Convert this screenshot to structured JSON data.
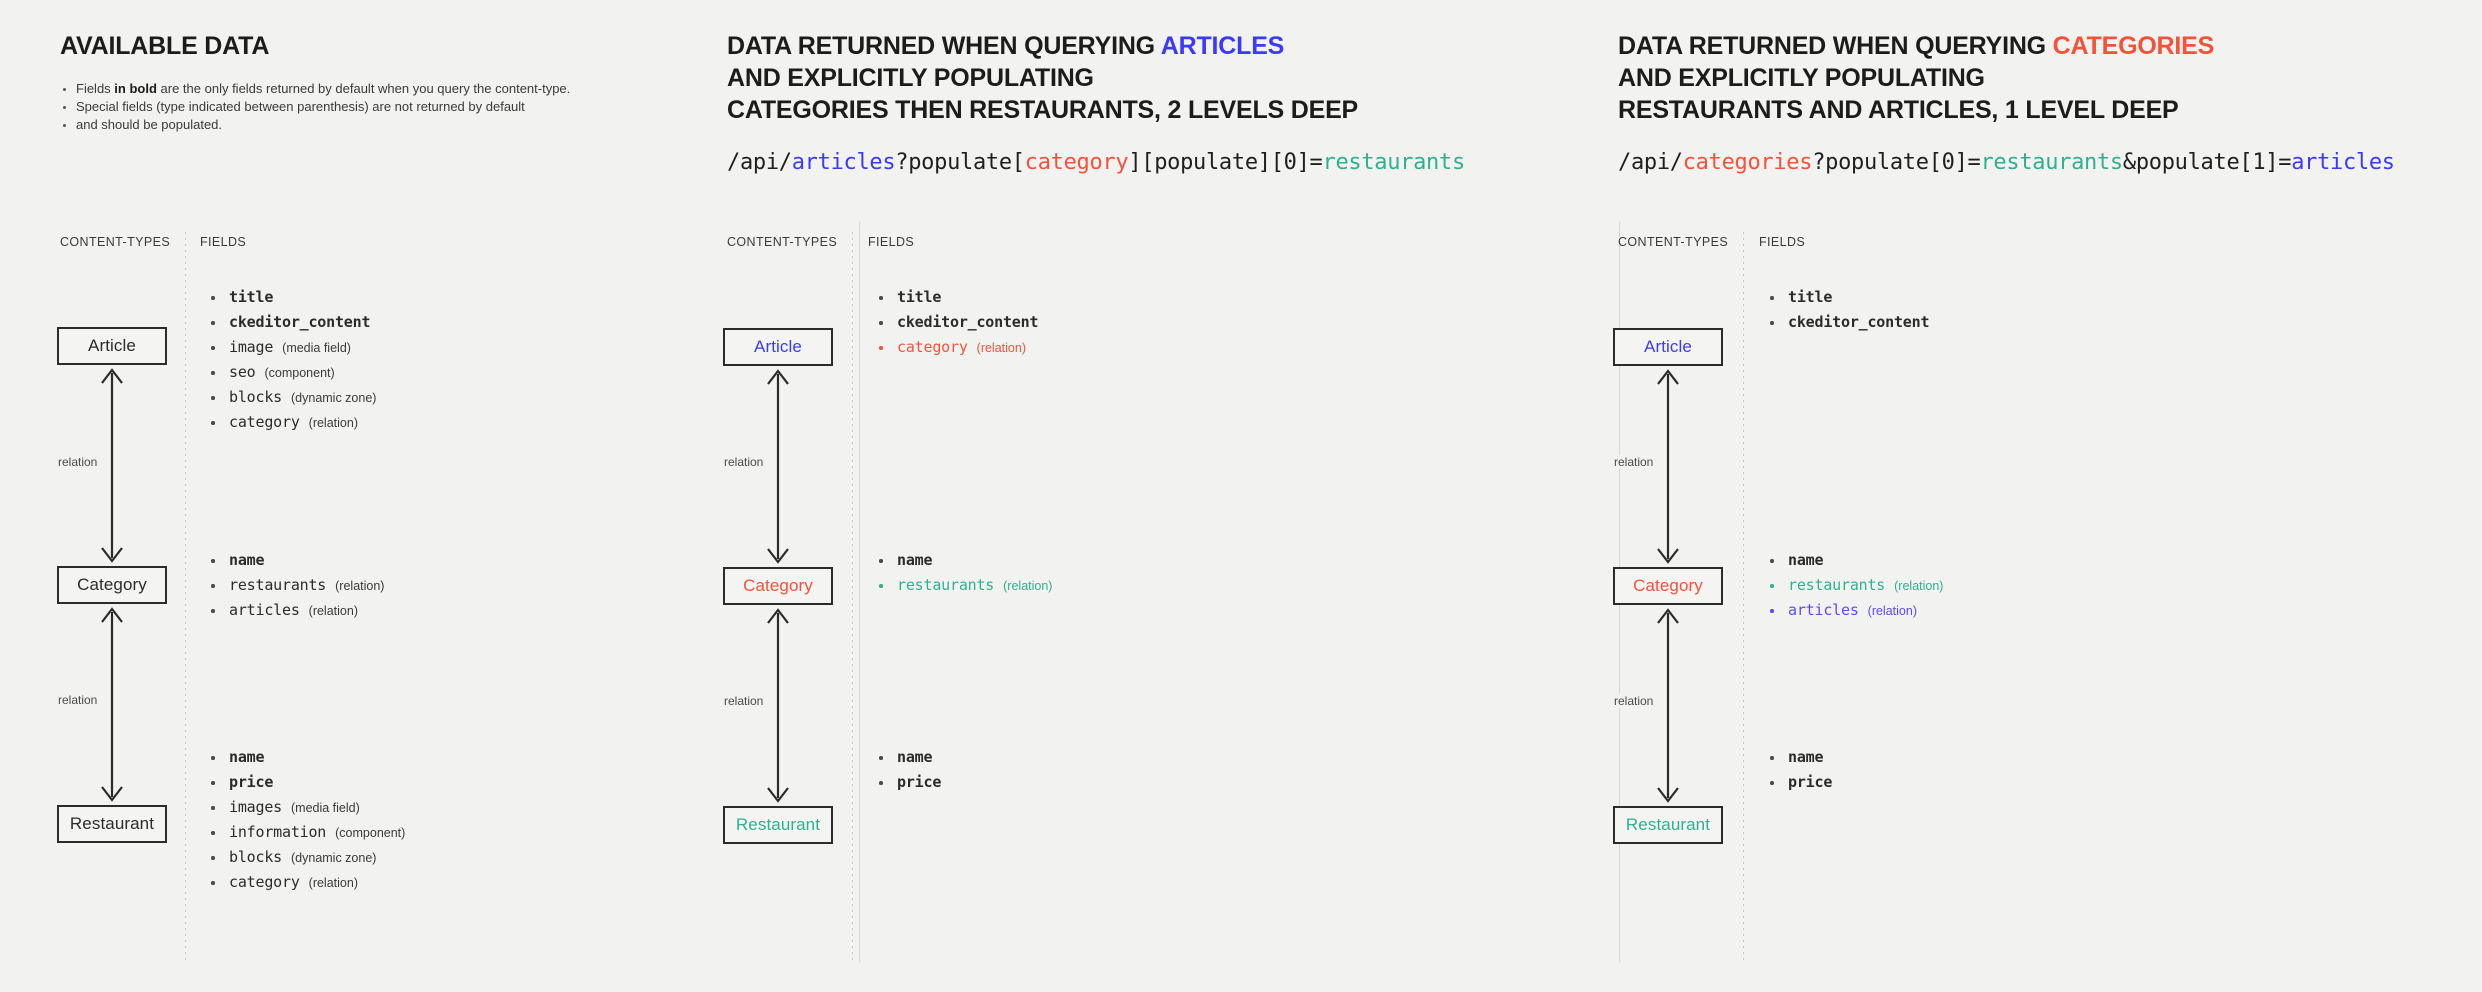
{
  "colors": {
    "background": "#f2f2f1",
    "text": "#2b2b2b",
    "blue": "#3b3bf7",
    "red": "#f4533a",
    "teal": "#2fb08f",
    "purple_blue": "#5a4bf5",
    "border": "#2b2b2b"
  },
  "panels": [
    {
      "id": "available-data",
      "title_parts": [
        {
          "text": "AVAILABLE DATA",
          "color": "default"
        }
      ],
      "notes": [
        {
          "pre": "Fields ",
          "bold": "in bold",
          "post": " are the only fields returned by default when you query the content-type."
        },
        {
          "pre": "Special fields (type indicated between parenthesis) are not returned by default",
          "bold": "",
          "post": ""
        },
        {
          "pre": "and should be populated.",
          "bold": "",
          "post": ""
        }
      ],
      "api_path": null,
      "col_headers": {
        "content_types": "CONTENT-TYPES",
        "fields": "FIELDS"
      },
      "nodes": [
        {
          "label": "Article",
          "color": "default"
        },
        {
          "label": "Category",
          "color": "default"
        },
        {
          "label": "Restaurant",
          "color": "default"
        }
      ],
      "relations": [
        {
          "label": "relation"
        },
        {
          "label": "relation"
        }
      ],
      "field_groups": [
        {
          "for": "Article",
          "fields": [
            {
              "name": "title",
              "type": "",
              "bold": true,
              "color": "default"
            },
            {
              "name": "ckeditor_content",
              "type": "",
              "bold": true,
              "color": "default"
            },
            {
              "name": "image",
              "type": "(media field)",
              "bold": false,
              "color": "default"
            },
            {
              "name": "seo",
              "type": "(component)",
              "bold": false,
              "color": "default"
            },
            {
              "name": "blocks",
              "type": "(dynamic zone)",
              "bold": false,
              "color": "default"
            },
            {
              "name": "category",
              "type": "(relation)",
              "bold": false,
              "color": "default"
            }
          ]
        },
        {
          "for": "Category",
          "fields": [
            {
              "name": "name",
              "type": "",
              "bold": true,
              "color": "default"
            },
            {
              "name": "restaurants",
              "type": "(relation)",
              "bold": false,
              "color": "default"
            },
            {
              "name": "articles",
              "type": "(relation)",
              "bold": false,
              "color": "default"
            }
          ]
        },
        {
          "for": "Restaurant",
          "fields": [
            {
              "name": "name",
              "type": "",
              "bold": true,
              "color": "default"
            },
            {
              "name": "price",
              "type": "",
              "bold": true,
              "color": "default"
            },
            {
              "name": "images",
              "type": "(media field)",
              "bold": false,
              "color": "default"
            },
            {
              "name": "information",
              "type": "(component)",
              "bold": false,
              "color": "default"
            },
            {
              "name": "blocks",
              "type": "(dynamic zone)",
              "bold": false,
              "color": "default"
            },
            {
              "name": "category",
              "type": "(relation)",
              "bold": false,
              "color": "default"
            }
          ]
        }
      ]
    },
    {
      "id": "query-articles",
      "title_parts": [
        {
          "text": "DATA RETURNED WHEN QUERYING ",
          "color": "default"
        },
        {
          "text": "ARTICLES",
          "color": "blue"
        },
        {
          "text": "\nAND EXPLICITLY POPULATING\nCATEGORIES THEN RESTAURANTS, 2 LEVELS DEEP",
          "color": "default"
        }
      ],
      "title_lines": [
        "DATA RETURNED WHEN QUERYING ARTICLES",
        "AND EXPLICITLY POPULATING",
        "CATEGORIES THEN RESTAURANTS, 2 LEVELS DEEP"
      ],
      "api_path": {
        "segments": [
          {
            "t": "/api/",
            "c": "default"
          },
          {
            "t": "articles",
            "c": "blue"
          },
          {
            "t": "?populate[",
            "c": "default"
          },
          {
            "t": "category",
            "c": "red"
          },
          {
            "t": "][populate][0]=",
            "c": "default"
          },
          {
            "t": "restaurants",
            "c": "teal"
          }
        ],
        "plain": "/api/articles?populate[category][populate][0]=restaurants"
      },
      "col_headers": {
        "content_types": "CONTENT-TYPES",
        "fields": "FIELDS"
      },
      "nodes": [
        {
          "label": "Article",
          "color": "blue"
        },
        {
          "label": "Category",
          "color": "red"
        },
        {
          "label": "Restaurant",
          "color": "teal"
        }
      ],
      "relations": [
        {
          "label": "relation"
        },
        {
          "label": "relation"
        }
      ],
      "field_groups": [
        {
          "for": "Article",
          "fields": [
            {
              "name": "title",
              "type": "",
              "bold": true,
              "color": "default"
            },
            {
              "name": "ckeditor_content",
              "type": "",
              "bold": true,
              "color": "default"
            },
            {
              "name": "category",
              "type": "(relation)",
              "bold": false,
              "color": "red"
            }
          ]
        },
        {
          "for": "Category",
          "fields": [
            {
              "name": "name",
              "type": "",
              "bold": true,
              "color": "default"
            },
            {
              "name": "restaurants",
              "type": "(relation)",
              "bold": false,
              "color": "teal"
            }
          ]
        },
        {
          "for": "Restaurant",
          "fields": [
            {
              "name": "name",
              "type": "",
              "bold": true,
              "color": "default"
            },
            {
              "name": "price",
              "type": "",
              "bold": true,
              "color": "default"
            }
          ]
        }
      ]
    },
    {
      "id": "query-categories",
      "title_lines": [
        "DATA RETURNED WHEN QUERYING CATEGORIES",
        "AND EXPLICITLY POPULATING",
        "RESTAURANTS AND ARTICLES, 1 LEVEL DEEP"
      ],
      "api_path": {
        "segments": [
          {
            "t": "/api/",
            "c": "default"
          },
          {
            "t": "categories",
            "c": "red"
          },
          {
            "t": "?populate[0]=",
            "c": "default"
          },
          {
            "t": "restaurants",
            "c": "teal"
          },
          {
            "t": "&populate[1]=",
            "c": "default"
          },
          {
            "t": "articles",
            "c": "blue"
          }
        ],
        "plain": "/api/categories?populate[0]=restaurants&populate[1]=articles"
      },
      "col_headers": {
        "content_types": "CONTENT-TYPES",
        "fields": "FIELDS"
      },
      "nodes": [
        {
          "label": "Article",
          "color": "blue"
        },
        {
          "label": "Category",
          "color": "red"
        },
        {
          "label": "Restaurant",
          "color": "teal"
        }
      ],
      "relations": [
        {
          "label": "relation"
        },
        {
          "label": "relation"
        }
      ],
      "field_groups": [
        {
          "for": "Article",
          "fields": [
            {
              "name": "title",
              "type": "",
              "bold": true,
              "color": "default"
            },
            {
              "name": "ckeditor_content",
              "type": "",
              "bold": true,
              "color": "default"
            }
          ]
        },
        {
          "for": "Category",
          "fields": [
            {
              "name": "name",
              "type": "",
              "bold": true,
              "color": "default"
            },
            {
              "name": "restaurants",
              "type": "(relation)",
              "bold": false,
              "color": "teal"
            },
            {
              "name": "articles",
              "type": "(relation)",
              "bold": false,
              "color": "purple_blue"
            }
          ]
        },
        {
          "for": "Restaurant",
          "fields": [
            {
              "name": "name",
              "type": "",
              "bold": true,
              "color": "default"
            },
            {
              "name": "price",
              "type": "",
              "bold": true,
              "color": "default"
            }
          ]
        }
      ]
    }
  ]
}
